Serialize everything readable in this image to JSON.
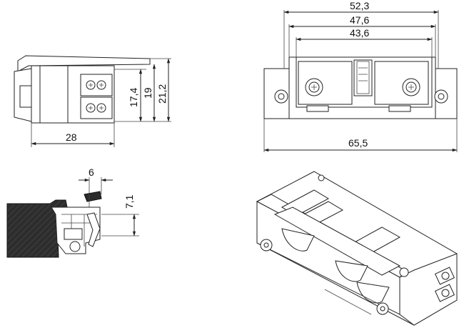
{
  "dimensions": {
    "side_height_1": "17,4",
    "side_height_2": "19",
    "side_height_3": "21,2",
    "side_width": "28",
    "top_width_1": "52,3",
    "top_width_2": "47,6",
    "top_width_3": "43,6",
    "total_width": "65,5",
    "mount_width": "6",
    "mount_height": "7,1"
  }
}
